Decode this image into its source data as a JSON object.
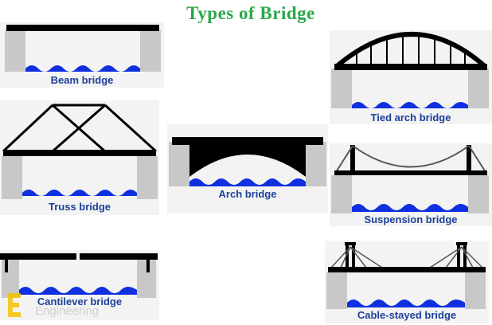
{
  "title": "Types of Bridge",
  "colors": {
    "title": "#2aa84a",
    "label": "#1c3f9a",
    "water": "#1030e0",
    "deck": "#000000",
    "pier": "#c8c8c8",
    "panel": "#f3f3f3",
    "watermark_gold": "#f2c200"
  },
  "bridges": [
    {
      "id": "beam",
      "label": "Beam bridge"
    },
    {
      "id": "tied-arch",
      "label": "Tied arch bridge"
    },
    {
      "id": "truss",
      "label": "Truss bridge"
    },
    {
      "id": "arch",
      "label": "Arch bridge"
    },
    {
      "id": "suspension",
      "label": "Suspension bridge"
    },
    {
      "id": "cantilever",
      "label": "Cantilever bridge"
    },
    {
      "id": "cable-stayed",
      "label": "Cable-stayed bridge"
    }
  ],
  "watermark": {
    "logo_icon": "eb-logo-icon",
    "text": "Engineering"
  }
}
